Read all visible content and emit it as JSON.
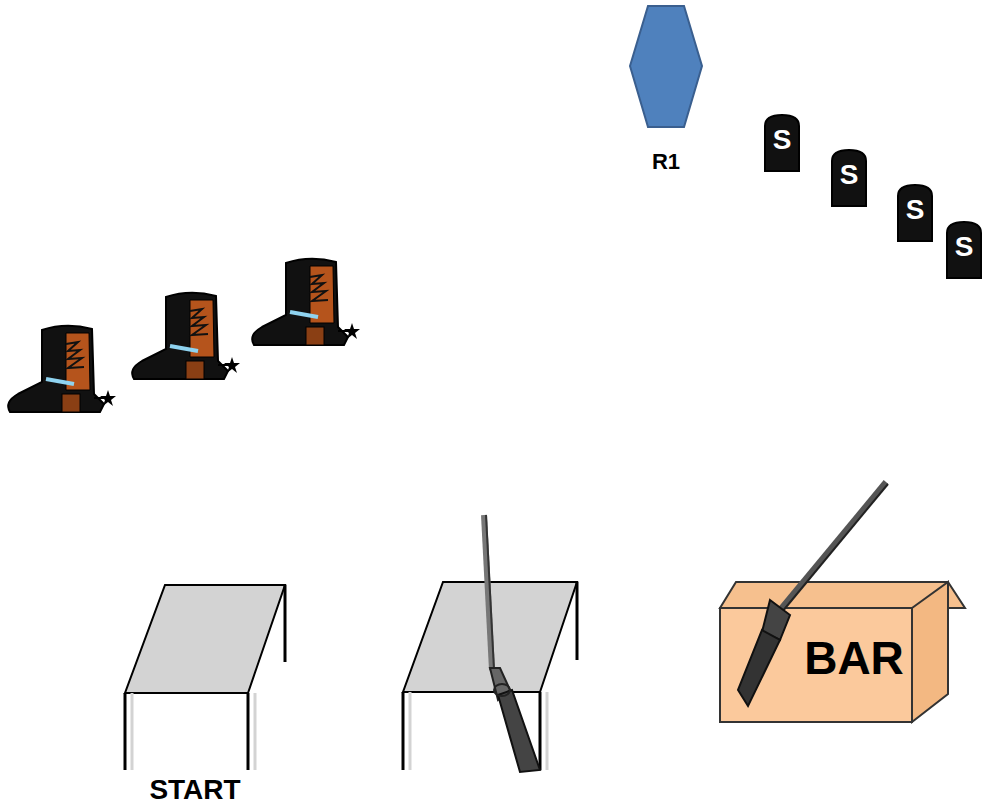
{
  "diagram": {
    "nodes": [
      {
        "text": [
          "R1"
        ]
      },
      {
        "text": [
          "S"
        ]
      },
      {
        "text": [
          "S"
        ]
      },
      {
        "text": [
          "S"
        ]
      },
      {
        "text": [
          "S"
        ]
      },
      {
        "text": [
          "START"
        ]
      },
      {
        "text": [
          "BAR"
        ]
      }
    ]
  }
}
